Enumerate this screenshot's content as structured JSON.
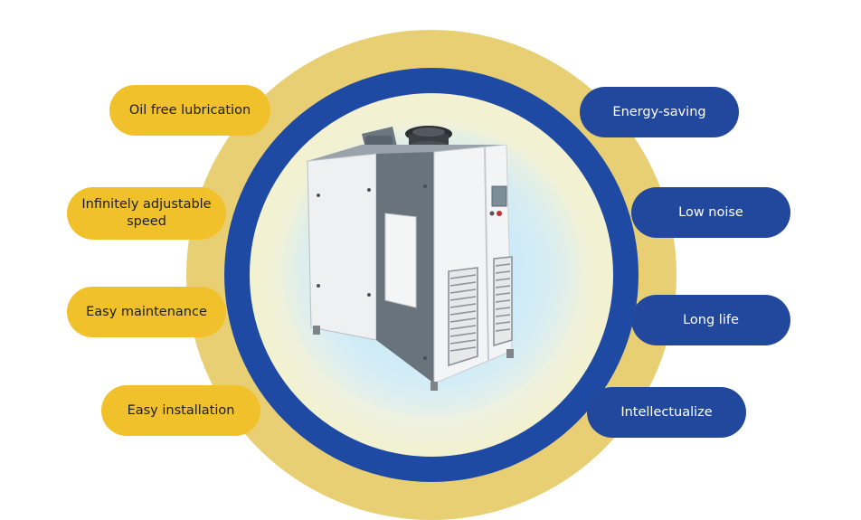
{
  "features_left": [
    {
      "label": "Oil free lubrication"
    },
    {
      "label": "Infinitely adjustable speed"
    },
    {
      "label": "Easy maintenance"
    },
    {
      "label": "Easy installation"
    }
  ],
  "features_right": [
    {
      "label": "Energy-saving"
    },
    {
      "label": "Low noise"
    },
    {
      "label": "Long life"
    },
    {
      "label": "Intellectualize"
    }
  ],
  "colors": {
    "outer_ring": "#e8cf74",
    "inner_ring": "#1f4aa3",
    "left_pill": "#f0c12a",
    "right_pill": "#22489e"
  },
  "image": {
    "subject": "compressor-cabinet-icon"
  }
}
